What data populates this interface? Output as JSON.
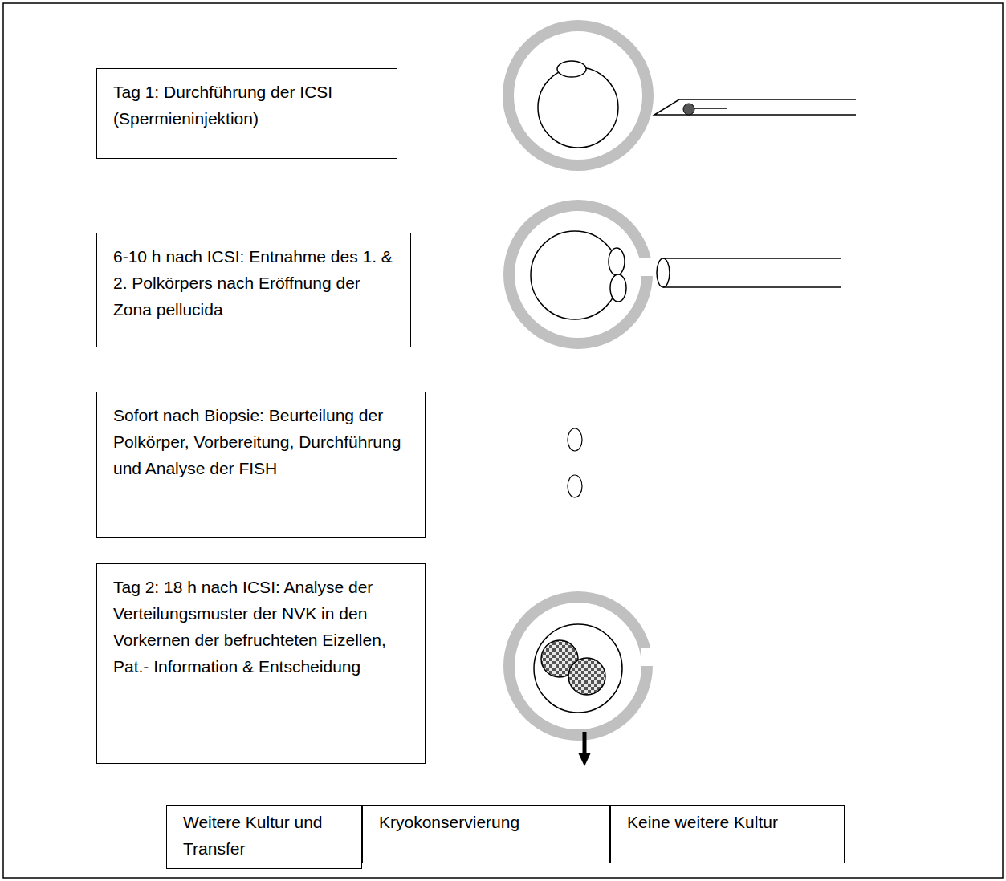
{
  "diagram": {
    "nodes": [
      {
        "text": [
          "Tag 1: Durchführung der ICSI (Spermieninjektion)"
        ]
      },
      {
        "text": [
          "6-10 h nach ICSI: Entnahme des 1. & 2. Polkörpers nach Eröffnung der Zona pellucida"
        ]
      },
      {
        "text": [
          "Sofort nach Biopsie: Beurteilung der Polkörper, Vorbereitung, Durchführung und Analyse der FISH"
        ]
      },
      {
        "text": [
          "Tag 2: 18 h nach ICSI: Analyse der Verteilungsmuster der NVK in den Vorkernen der befruchteten Eizellen, Pat.- Information & Entscheidung"
        ]
      },
      {
        "text": [
          "Weitere Kultur und Transfer"
        ]
      },
      {
        "text": [
          "Kryokonservierung"
        ]
      },
      {
        "text": [
          "Keine weitere Kultur"
        ]
      }
    ]
  }
}
